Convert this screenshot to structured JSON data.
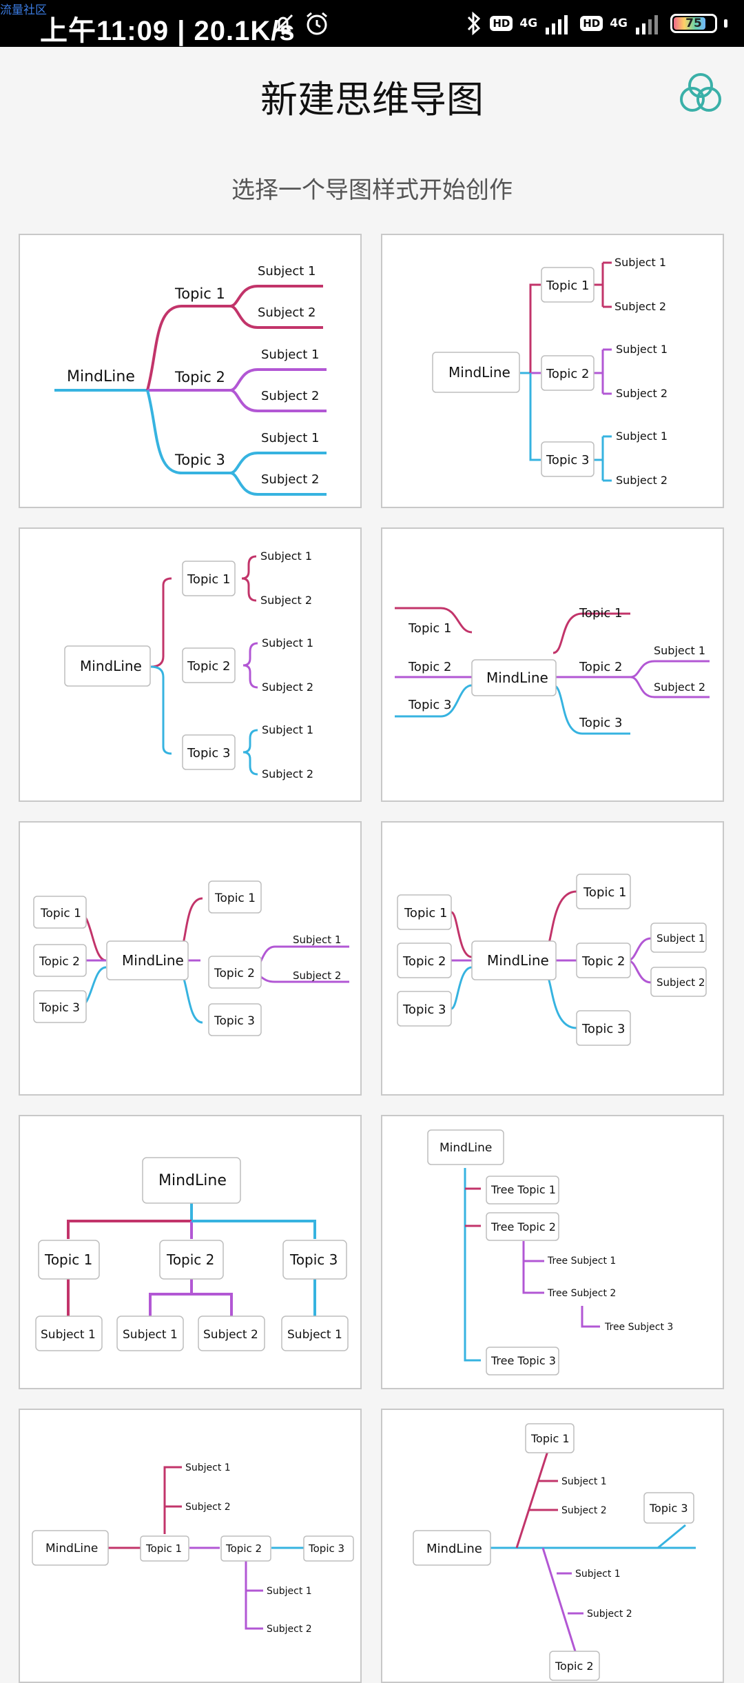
{
  "status_bar": {
    "overlay_tag": "流量社区",
    "time_and_speed": "上午11:09 | 20.1K/s",
    "network_label": "4G",
    "hd_label": "HD",
    "battery_level": "75"
  },
  "header": {
    "title": "新建思维导图",
    "subtitle": "选择一个导图样式开始创作"
  },
  "colors": {
    "red": "#c2346a",
    "purple": "#b257d4",
    "blue": "#36b3e0",
    "accent": "#3ab0a8"
  },
  "templates": [
    {
      "name": "mindline-right",
      "root": "MindLine",
      "topic1": "Topic 1",
      "topic2": "Topic 2",
      "topic3": "Topic 3",
      "sub1": "Subject 1",
      "sub2": "Subject 2"
    },
    {
      "name": "mindline-bracket-right",
      "root": "MindLine",
      "topic1": "Topic 1",
      "topic2": "Topic 2",
      "topic3": "Topic 3",
      "sub1": "Subject 1",
      "sub2": "Subject 2"
    },
    {
      "name": "mindline-curly-bracket",
      "root": "MindLine",
      "topic1": "Topic 1",
      "topic2": "Topic 2",
      "topic3": "Topic 3",
      "sub1": "Subject 1",
      "sub2": "Subject 2"
    },
    {
      "name": "mindline-both-sides",
      "root": "MindLine",
      "topic1": "Topic 1",
      "topic2": "Topic 2",
      "topic3": "Topic 3",
      "sub1": "Subject 1",
      "sub2": "Subject 2"
    },
    {
      "name": "mindline-both-sides-boxed",
      "root": "MindLine",
      "topic1": "Topic 1",
      "topic2": "Topic 2",
      "topic3": "Topic 3",
      "sub1": "Subject 1",
      "sub2": "Subject 2"
    },
    {
      "name": "mindline-both-sides-boxed-large",
      "root": "MindLine",
      "topic1": "Topic 1",
      "topic2": "Topic 2",
      "topic3": "Topic 3",
      "sub1": "Subject 1",
      "sub2": "Subject 2"
    },
    {
      "name": "org-chart",
      "root": "MindLine",
      "topic1": "Topic 1",
      "topic2": "Topic 2",
      "topic3": "Topic 3",
      "sub1": "Subject 1",
      "sub2": "Subject 2"
    },
    {
      "name": "tree",
      "root": "MindLine",
      "topic1": "Tree Topic 1",
      "topic2": "Tree Topic 2",
      "topic3": "Tree Topic 3",
      "sub1": "Tree Subject 1",
      "sub2": "Tree Subject 2",
      "sub3": "Tree Subject 3"
    },
    {
      "name": "timeline",
      "root": "MindLine",
      "topic1": "Topic 1",
      "topic2": "Topic 2",
      "topic3": "Topic 3",
      "sub1": "Subject 1",
      "sub2": "Subject 2"
    },
    {
      "name": "fishbone",
      "root": "MindLine",
      "topic1": "Topic 1",
      "topic2": "Topic 2",
      "topic3": "Topic 3",
      "sub1": "Subject 1",
      "sub2": "Subject 2"
    }
  ]
}
